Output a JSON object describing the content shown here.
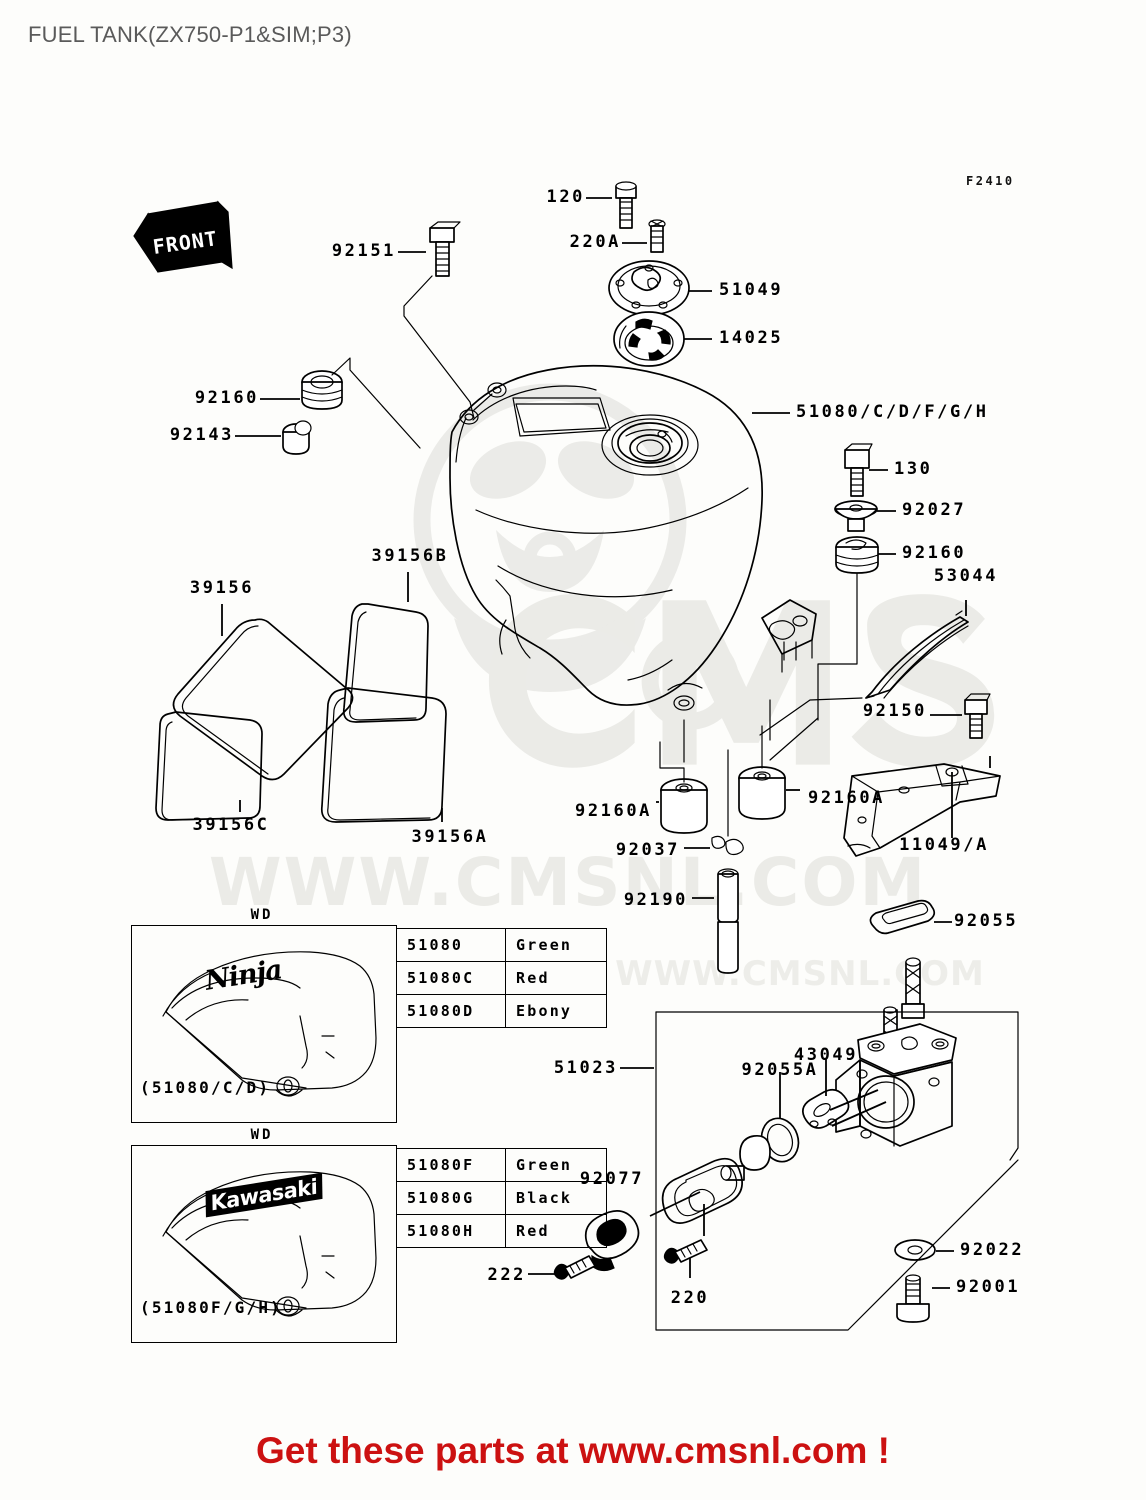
{
  "page": {
    "title": "FUEL TANK(ZX750-P1&SIM;P3)",
    "diagram_code": "F2410",
    "footer": "Get these parts at www.cmsnl.com !",
    "watermark_text": "WWW.CMSNL.COM",
    "watermark_mark": "CMS",
    "front_arrow_label": "FRONT"
  },
  "callouts": {
    "c120": "120",
    "c220A": "220A",
    "c51049": "51049",
    "c14025": "14025",
    "c92151": "92151",
    "c92160_left": "92160",
    "c92143": "92143",
    "c51080_family": "51080/C/D/F/G/H",
    "c130": "130",
    "c92027": "92027",
    "c92160_right": "92160",
    "c53044": "53044",
    "c92150": "92150",
    "c39156": "39156",
    "c39156B": "39156B",
    "c39156C": "39156C",
    "c39156A": "39156A",
    "c92160A_left": "92160A",
    "c92160A_right": "92160A",
    "c92037": "92037",
    "c92190": "92190",
    "c11049A": "11049/A",
    "c92055": "92055",
    "c51023": "51023",
    "c43049": "43049",
    "c92055A": "92055A",
    "c92077": "92077",
    "c222": "222",
    "c220": "220",
    "c92022": "92022",
    "c92001": "92001"
  },
  "panels": [
    {
      "id": "panel-upper",
      "wd_label": "WD",
      "caption": "(51080/C/D)",
      "tank_logo": "Ninja",
      "table": {
        "rows": [
          {
            "code": "51080",
            "color": "Green"
          },
          {
            "code": "51080C",
            "color": "Red"
          },
          {
            "code": "51080D",
            "color": "Ebony"
          }
        ]
      }
    },
    {
      "id": "panel-lower",
      "wd_label": "WD",
      "caption": "(51080F/G/H)",
      "tank_logo": "Kawasaki",
      "table": {
        "rows": [
          {
            "code": "51080F",
            "color": "Green"
          },
          {
            "code": "51080G",
            "color": "Black"
          },
          {
            "code": "51080H",
            "color": "Red"
          }
        ]
      }
    }
  ],
  "colors": {
    "ink": "#000000",
    "background": "#fdfdfb",
    "title_text": "#5a5a5a",
    "footer_text": "#cc1111",
    "watermark": "#ebebe7"
  }
}
